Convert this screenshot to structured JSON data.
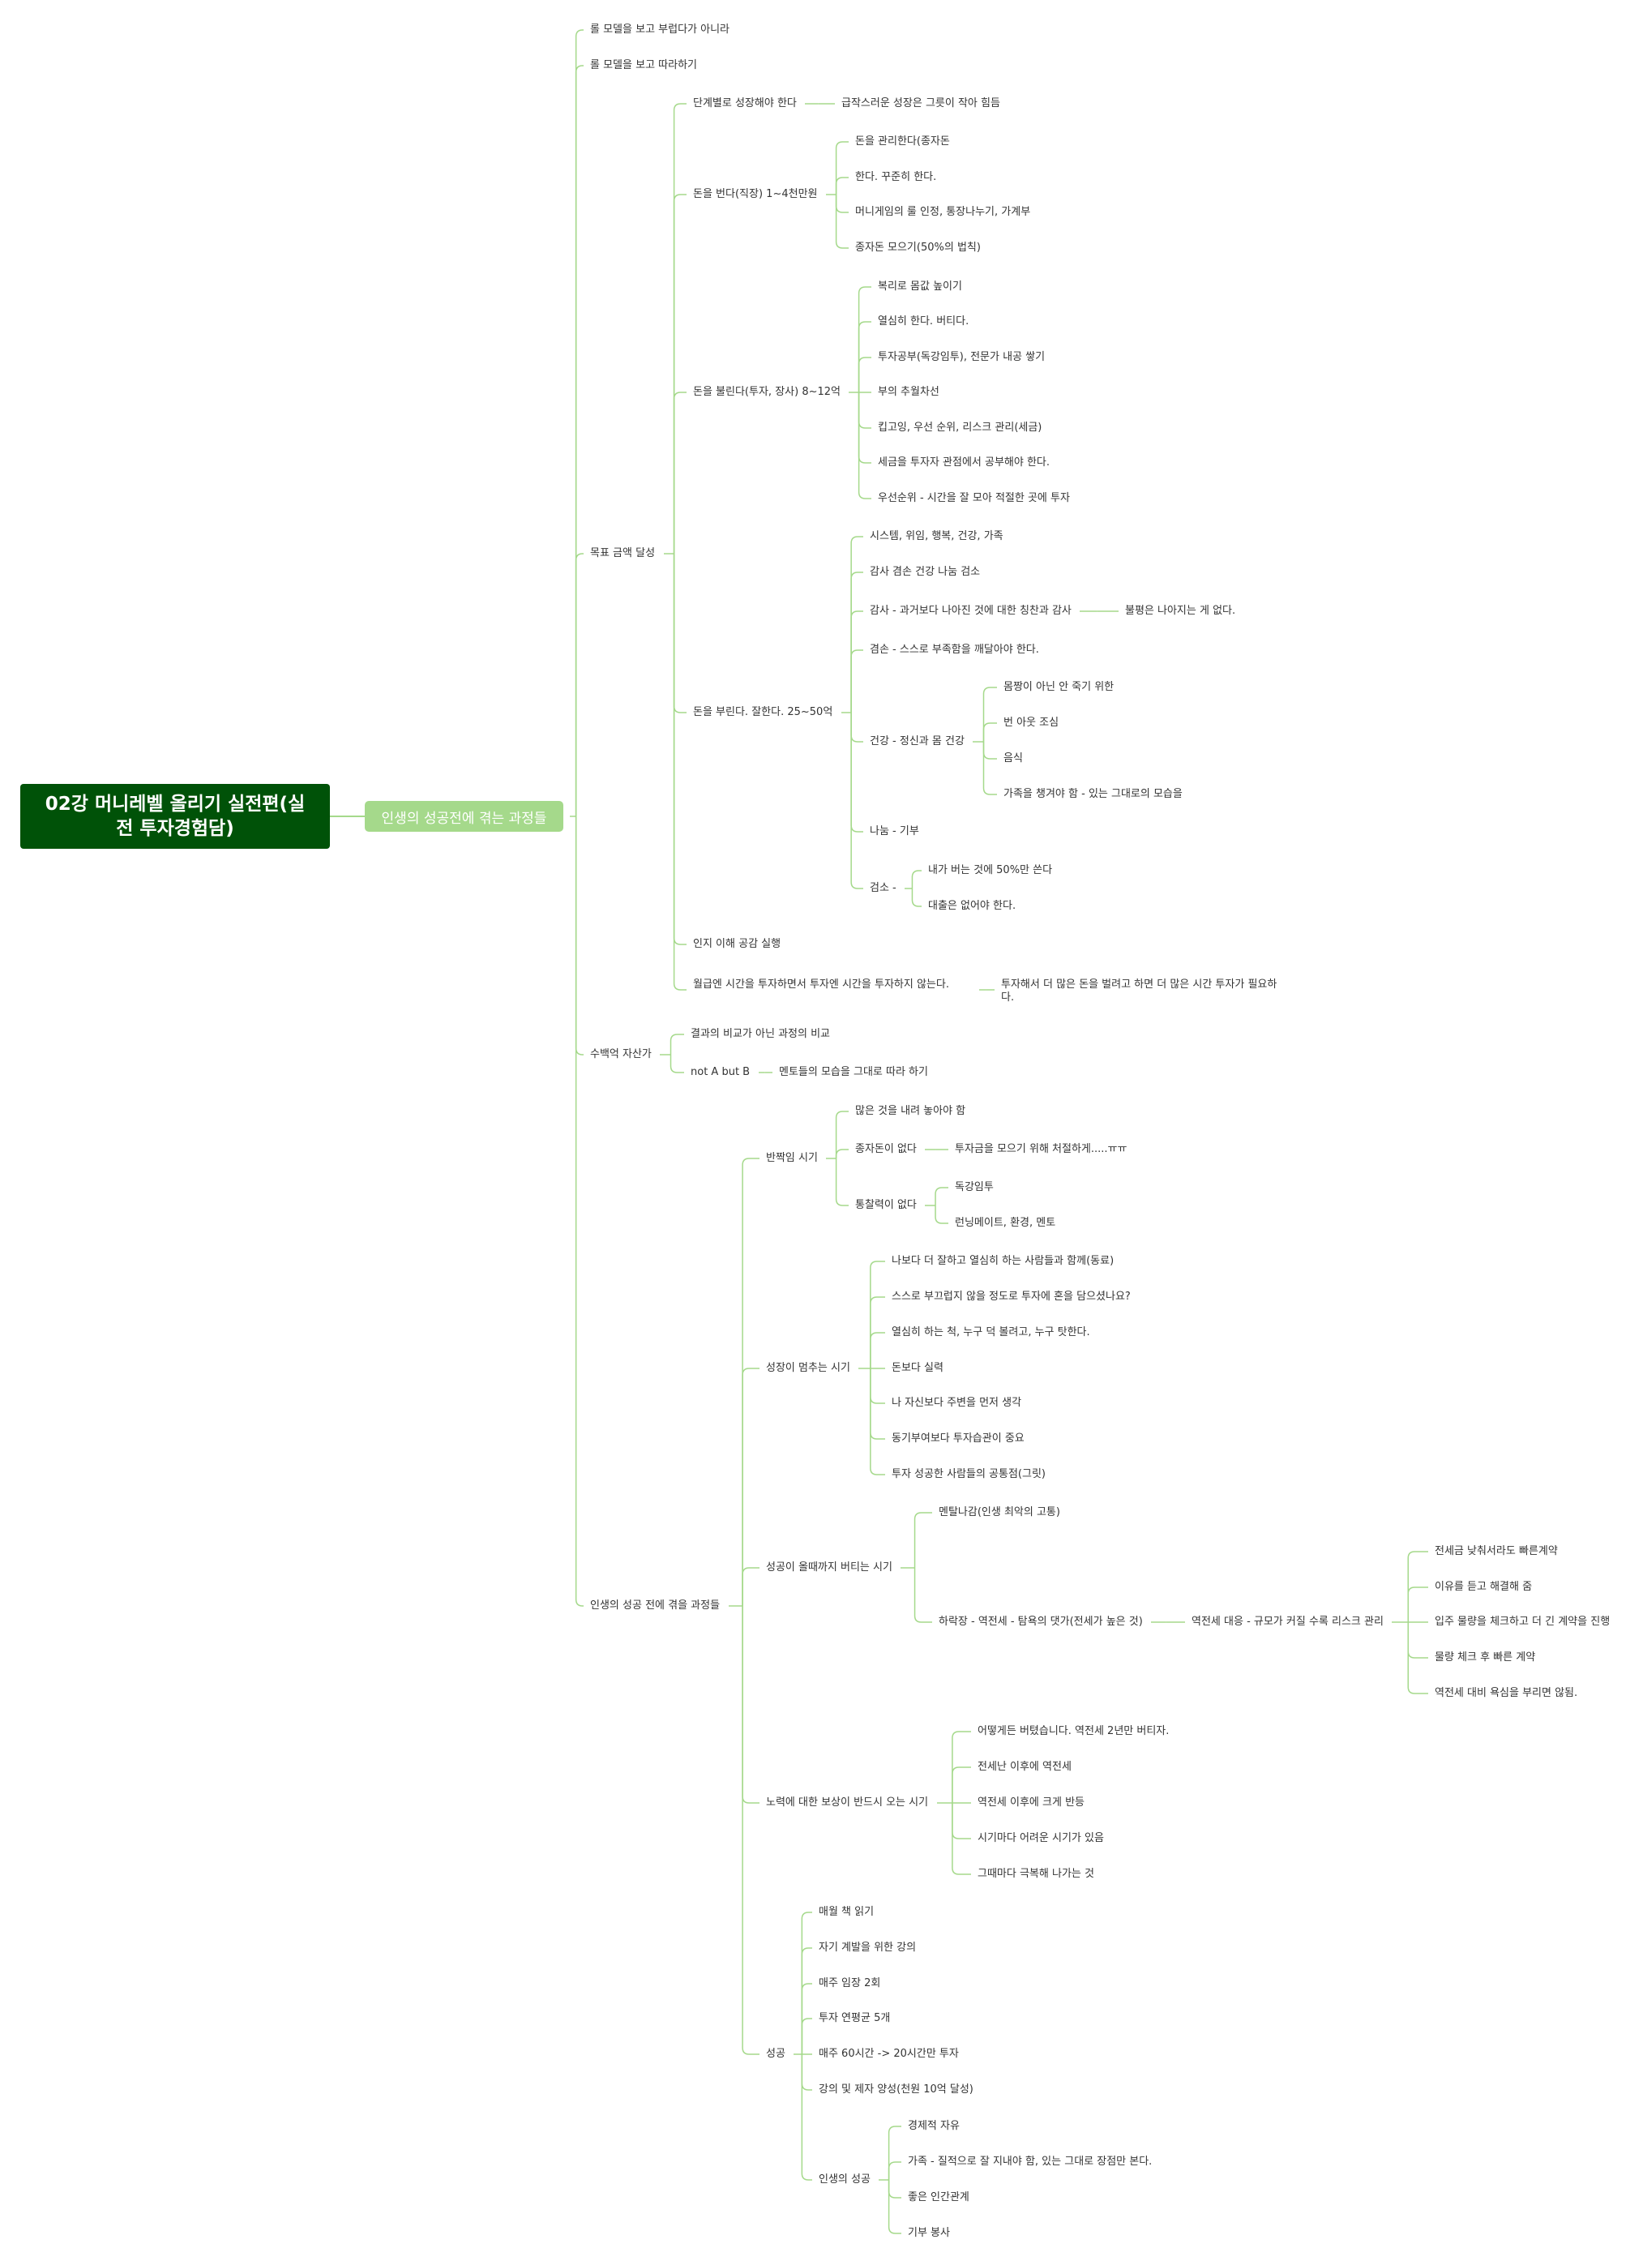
{
  "root": {
    "title": "02강 머니레벨 올리기 실전편(실전 투자경험담)"
  },
  "branch": {
    "title": "인생의 성공전에 겪는 과정들"
  },
  "nodes": [
    {
      "id": "a1",
      "parent": "branch",
      "text": "롤 모델을 보고 부럽다가 아니라"
    },
    {
      "id": "a2",
      "parent": "branch",
      "text": "롤 모델을 보고 따라하기"
    },
    {
      "id": "g",
      "parent": "branch",
      "text": "목표 금액 달성"
    },
    {
      "id": "g1",
      "parent": "g",
      "text": "단계별로 성장해야 한다"
    },
    {
      "id": "g1a",
      "parent": "g1",
      "text": "급작스러운 성장은 그릇이 작아 힘듬"
    },
    {
      "id": "g2",
      "parent": "g",
      "text": "돈을 번다(직장) 1~4천만원"
    },
    {
      "id": "g2a",
      "parent": "g2",
      "text": "돈을 관리한다(종자돈"
    },
    {
      "id": "g2b",
      "parent": "g2",
      "text": "한다. 꾸준히 한다."
    },
    {
      "id": "g2c",
      "parent": "g2",
      "text": "머니게임의 룰 인정, 통장나누기, 가계부"
    },
    {
      "id": "g2d",
      "parent": "g2",
      "text": "종자돈 모으기(50%의 법칙)"
    },
    {
      "id": "g3",
      "parent": "g",
      "text": "돈을 불린다(투자, 장사) 8~12억"
    },
    {
      "id": "g3a",
      "parent": "g3",
      "text": "복리로 몸값 높이기"
    },
    {
      "id": "g3b",
      "parent": "g3",
      "text": "열심히 한다. 버티다."
    },
    {
      "id": "g3c",
      "parent": "g3",
      "text": "투자공부(독강임투), 전문가 내공 쌓기"
    },
    {
      "id": "g3d",
      "parent": "g3",
      "text": "부의 추월차선"
    },
    {
      "id": "g3e",
      "parent": "g3",
      "text": "킵고잉, 우선 순위, 리스크 관리(세금)"
    },
    {
      "id": "g3f",
      "parent": "g3",
      "text": "세금을 투자자 관점에서 공부해야 한다."
    },
    {
      "id": "g3g",
      "parent": "g3",
      "text": "우선순위 - 시간을 잘 모아 적절한 곳에 투자"
    },
    {
      "id": "g4",
      "parent": "g",
      "text": "돈을 부린다. 잘한다. 25~50억"
    },
    {
      "id": "g4a",
      "parent": "g4",
      "text": "시스템, 위임, 행복, 건강, 가족"
    },
    {
      "id": "g4b",
      "parent": "g4",
      "text": "감사 겸손 건강 나눔 검소"
    },
    {
      "id": "g4c",
      "parent": "g4",
      "text": "감사 - 과거보다 나아진 것에 대한 칭찬과 감사"
    },
    {
      "id": "g4c1",
      "parent": "g4c",
      "text": "불평은 나아지는 게 없다."
    },
    {
      "id": "g4d",
      "parent": "g4",
      "text": "겸손 - 스스로 부족함을 깨달아야 한다."
    },
    {
      "id": "g4e",
      "parent": "g4",
      "text": "건강 - 정신과 몸 건강"
    },
    {
      "id": "g4e1",
      "parent": "g4e",
      "text": "몸짱이 아닌 안 죽기 위한"
    },
    {
      "id": "g4e2",
      "parent": "g4e",
      "text": "번 아웃 조심"
    },
    {
      "id": "g4e3",
      "parent": "g4e",
      "text": "음식"
    },
    {
      "id": "g4e4",
      "parent": "g4e",
      "text": "가족을 챙겨야 함 - 있는 그대로의 모습을"
    },
    {
      "id": "g4f",
      "parent": "g4",
      "text": "나눔 - 기부"
    },
    {
      "id": "g4g",
      "parent": "g4",
      "text": "검소 -"
    },
    {
      "id": "g4g1",
      "parent": "g4g",
      "text": "내가 버는 것에 50%만 쓴다"
    },
    {
      "id": "g4g2",
      "parent": "g4g",
      "text": "대출은 없어야 한다."
    },
    {
      "id": "g5",
      "parent": "g",
      "text": "인지 이해 공감 실행"
    },
    {
      "id": "g6",
      "parent": "g",
      "text": "월급엔 시간을 투자하면서 투자엔 시간을 투자하지 않는다."
    },
    {
      "id": "g6a",
      "parent": "g6",
      "text": "투자해서 더 많은 돈을 벌려고 하면 더 많은 시간 투자가 필요하다."
    },
    {
      "id": "s",
      "parent": "branch",
      "text": "수백억 자산가"
    },
    {
      "id": "s1",
      "parent": "s",
      "text": "결과의 비교가 아닌 과정의 비교"
    },
    {
      "id": "s2",
      "parent": "s",
      "text": "not A but B"
    },
    {
      "id": "s2a",
      "parent": "s2",
      "text": "멘토들의 모습을 그대로 따라 하기"
    },
    {
      "id": "p",
      "parent": "branch",
      "text": "인생의 성공 전에 겪을 과정들"
    },
    {
      "id": "p1",
      "parent": "p",
      "text": "반짝임 시기"
    },
    {
      "id": "p1a",
      "parent": "p1",
      "text": "많은 것을 내려 놓아야 함"
    },
    {
      "id": "p1b",
      "parent": "p1",
      "text": "종자돈이 없다"
    },
    {
      "id": "p1b1",
      "parent": "p1b",
      "text": "투자금을 모으기 위해 처절하게.....ㅠㅠ"
    },
    {
      "id": "p1c",
      "parent": "p1",
      "text": "통찰력이 없다"
    },
    {
      "id": "p1c1",
      "parent": "p1c",
      "text": "독강임투"
    },
    {
      "id": "p1c2",
      "parent": "p1c",
      "text": "런닝메이트, 환경, 멘토"
    },
    {
      "id": "p2",
      "parent": "p",
      "text": "성장이 멈추는 시기"
    },
    {
      "id": "p2a",
      "parent": "p2",
      "text": "나보다 더 잘하고 열심히 하는 사람들과 함께(동료)"
    },
    {
      "id": "p2b",
      "parent": "p2",
      "text": "스스로 부끄럽지 않을 정도로 투자에 혼을 담으셨나요?"
    },
    {
      "id": "p2c",
      "parent": "p2",
      "text": "열심히 하는 척, 누구 덕 볼려고, 누구 탓한다."
    },
    {
      "id": "p2d",
      "parent": "p2",
      "text": "돈보다 실력"
    },
    {
      "id": "p2e",
      "parent": "p2",
      "text": "나 자신보다 주변을 먼저 생각"
    },
    {
      "id": "p2f",
      "parent": "p2",
      "text": "동기부여보다 투자습관이 중요"
    },
    {
      "id": "p2g",
      "parent": "p2",
      "text": "투자 성공한 사람들의 공통점(그릿)"
    },
    {
      "id": "p3",
      "parent": "p",
      "text": "성공이 올때까지 버티는 시기"
    },
    {
      "id": "p3a",
      "parent": "p3",
      "text": "멘탈나감(인생 최악의 고통)"
    },
    {
      "id": "p3b",
      "parent": "p3",
      "text": "하락장 - 역전세 - 탐욕의 댓가(전세가 높은 것)"
    },
    {
      "id": "p3b1",
      "parent": "p3b",
      "text": "역전세 대응 - 규모가 커질 수록 리스크 관리"
    },
    {
      "id": "p3b1a",
      "parent": "p3b1",
      "text": "전세금 낮춰서라도 빠른계약"
    },
    {
      "id": "p3b1b",
      "parent": "p3b1",
      "text": "이유를 듣고 해결해 줌"
    },
    {
      "id": "p3b1c",
      "parent": "p3b1",
      "text": "입주 물량을 체크하고 더 긴 계약을 진행"
    },
    {
      "id": "p3b1d",
      "parent": "p3b1",
      "text": "물량 체크 후 빠른 계약"
    },
    {
      "id": "p3b1e",
      "parent": "p3b1",
      "text": "역전세 대비 욕심을 부리면 않됨."
    },
    {
      "id": "p4",
      "parent": "p",
      "text": "노력에 대한 보상이 반드시 오는 시기"
    },
    {
      "id": "p4a",
      "parent": "p4",
      "text": "어떻게든 버텼습니다. 역전세 2년만 버티자."
    },
    {
      "id": "p4b",
      "parent": "p4",
      "text": "전세난 이후에 역전세"
    },
    {
      "id": "p4c",
      "parent": "p4",
      "text": "역전세 이후에 크게 반등"
    },
    {
      "id": "p4d",
      "parent": "p4",
      "text": "시기마다 어려운 시기가 있음"
    },
    {
      "id": "p4e",
      "parent": "p4",
      "text": "그때마다 극복해 나가는 것"
    },
    {
      "id": "p5",
      "parent": "p",
      "text": "성공"
    },
    {
      "id": "p5a",
      "parent": "p5",
      "text": "매월 책 읽기"
    },
    {
      "id": "p5b",
      "parent": "p5",
      "text": "자기 계발을 위한 강의"
    },
    {
      "id": "p5c",
      "parent": "p5",
      "text": "매주 임장 2회"
    },
    {
      "id": "p5d",
      "parent": "p5",
      "text": "투자 연평균 5개"
    },
    {
      "id": "p5e",
      "parent": "p5",
      "text": "매주 60시간 -> 20시간만 투자"
    },
    {
      "id": "p5f",
      "parent": "p5",
      "text": "강의 및 제자 양성(천원 10억 달성)"
    },
    {
      "id": "p5g",
      "parent": "p5",
      "text": "인생의 성공"
    },
    {
      "id": "p5g1",
      "parent": "p5g",
      "text": "경제적 자유"
    },
    {
      "id": "p5g2",
      "parent": "p5g",
      "text": "가족 - 질적으로 잘 지내야 함, 있는 그대로 장점만 본다."
    },
    {
      "id": "p5g3",
      "parent": "p5g",
      "text": "좋은 인간관계"
    },
    {
      "id": "p5g4",
      "parent": "p5g",
      "text": "기부 봉사"
    }
  ]
}
